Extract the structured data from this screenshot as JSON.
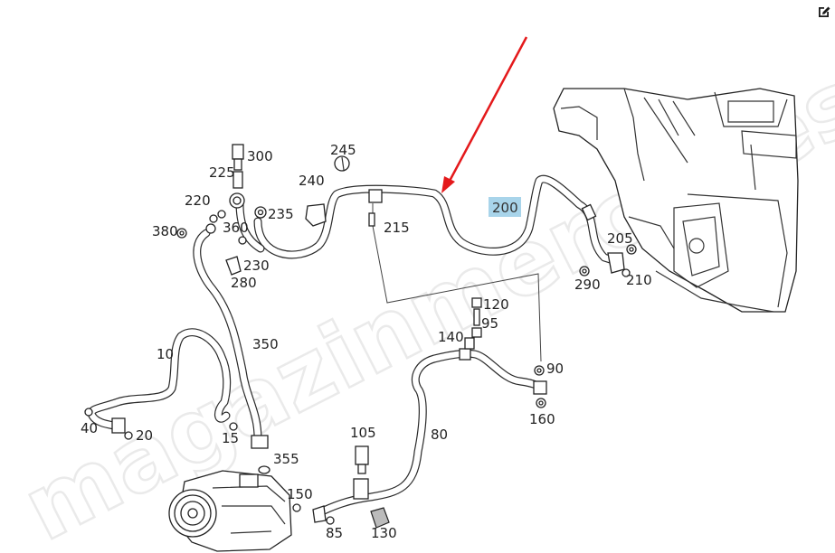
{
  "toolbar": {
    "edit_icon": "edit-icon"
  },
  "watermark": {
    "text": "magazinmercedes.ru"
  },
  "highlight": {
    "label": "200",
    "color": "#a8d4ea"
  },
  "arrow": {
    "color": "#e4191b"
  },
  "callouts": {
    "c300": "300",
    "c245": "245",
    "c225": "225",
    "c240": "240",
    "c220": "220",
    "c235": "235",
    "c215": "215",
    "c360": "360",
    "c380": "380",
    "c230": "230",
    "c280": "280",
    "c205": "205",
    "c290": "290",
    "c210": "210",
    "c120": "120",
    "c95": "95",
    "c140": "140",
    "c350": "350",
    "c10": "10",
    "c90": "90",
    "c160": "160",
    "c40": "40",
    "c20": "20",
    "c15": "15",
    "c105": "105",
    "c80": "80",
    "c355": "355",
    "c150": "150",
    "c85": "85",
    "c130": "130"
  }
}
